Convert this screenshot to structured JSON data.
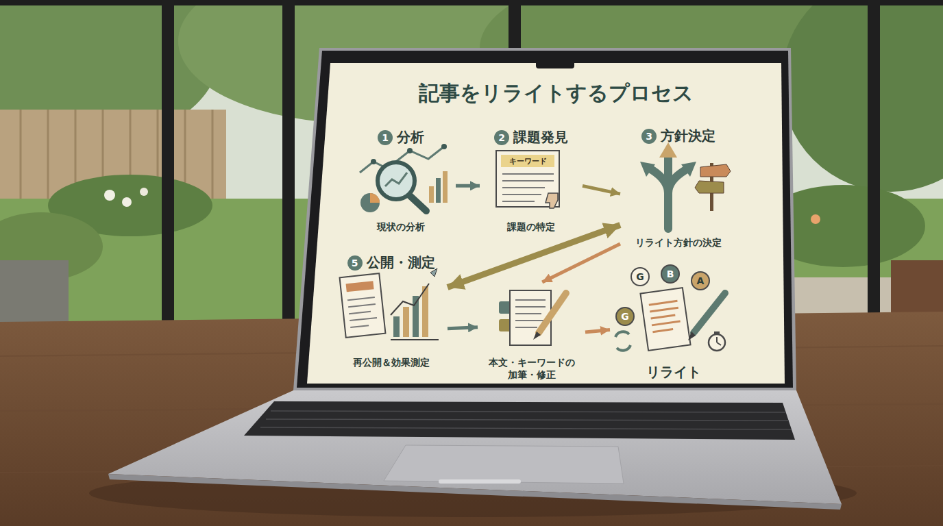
{
  "diagram": {
    "title": "記事をリライトするプロセス",
    "nodes": [
      {
        "text": [
          "1",
          "分析",
          "現状の分析"
        ]
      },
      {
        "text": [
          "2",
          "課題発見",
          "課題の特定"
        ]
      },
      {
        "text": [
          "3",
          "方針決定",
          "リライト方針の決定"
        ]
      },
      {
        "text": [
          "5",
          "公開・測定",
          "再公開＆効果測定"
        ]
      },
      {
        "text": [
          "本文・キーワードの 加筆・修正"
        ]
      },
      {
        "text": [
          "リライト"
        ]
      }
    ],
    "edges": [
      {
        "from": 0,
        "to": 1,
        "arrow": "to"
      },
      {
        "from": 1,
        "to": 2,
        "arrow": "to"
      },
      {
        "from": 2,
        "to": 3,
        "arrow": "both"
      },
      {
        "from": 2,
        "to": 4,
        "arrow": "to"
      },
      {
        "from": 3,
        "to": 4,
        "arrow": "to"
      },
      {
        "from": 4,
        "to": 5,
        "arrow": "to"
      }
    ],
    "labels": [
      "キーワード",
      "G",
      "B",
      "A",
      "G"
    ]
  }
}
